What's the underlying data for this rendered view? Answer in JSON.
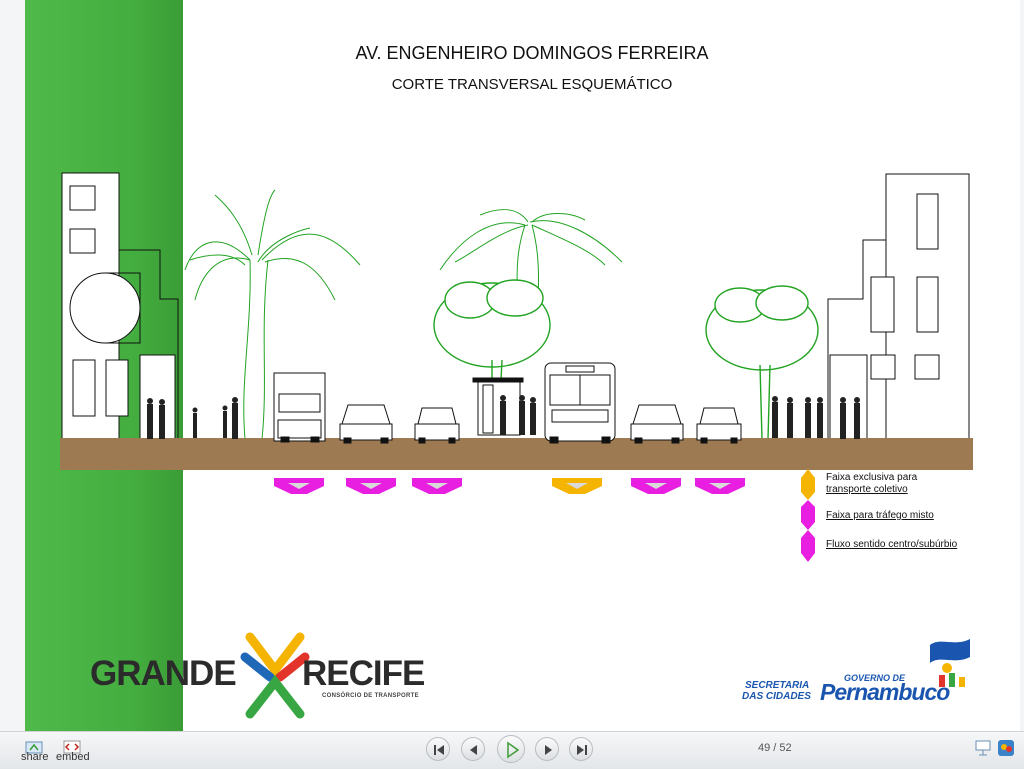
{
  "slide": {
    "title": "AV. ENGENHEIRO DOMINGOS FERREIRA",
    "subtitle": "CORTE TRANSVERSAL ESQUEMÁTICO"
  },
  "legend": {
    "items": [
      {
        "text_line1": "Faixa exclusiva     para",
        "text_line2": "transporte coletivo",
        "color": "#f5b400"
      },
      {
        "text_line1": "Faixa para tráfego misto",
        "text_line2": "",
        "color": "#e81ee0"
      },
      {
        "text_line1": "Fluxo sentido centro/subúrbio",
        "text_line2": "",
        "color": "#e81ee0"
      }
    ]
  },
  "lane_arrows": [
    {
      "type": "misto",
      "color": "#e81ee0"
    },
    {
      "type": "misto",
      "color": "#e81ee0"
    },
    {
      "type": "misto",
      "color": "#e81ee0"
    },
    {
      "type": "exclusiva",
      "color": "#f5b400"
    },
    {
      "type": "misto",
      "color": "#e81ee0"
    },
    {
      "type": "misto",
      "color": "#e81ee0"
    }
  ],
  "colors": {
    "green_band": "#45af40",
    "road": "#9d7a52",
    "tree": "#22a322",
    "magenta": "#e81ee0",
    "yellow": "#f5b400"
  },
  "logos": {
    "grande_recife_left": "GRANDE",
    "grande_recife_right": "RECIFE",
    "grande_recife_sub": "CONSÓRCIO DE TRANSPORTE",
    "secretaria_line1": "SECRETARIA",
    "secretaria_line2": "DAS CIDADES",
    "governo_line1": "GOVERNO DE",
    "governo_line2": "Pernambuco"
  },
  "toolbar": {
    "share_label": "share",
    "embed_label": "embed",
    "page_counter": "49 / 52",
    "icons": [
      "share-icon",
      "embed-icon",
      "first-slide-icon",
      "prev-slide-icon",
      "play-icon",
      "next-slide-icon",
      "last-slide-icon",
      "presenter-icon",
      "logo-icon"
    ]
  }
}
